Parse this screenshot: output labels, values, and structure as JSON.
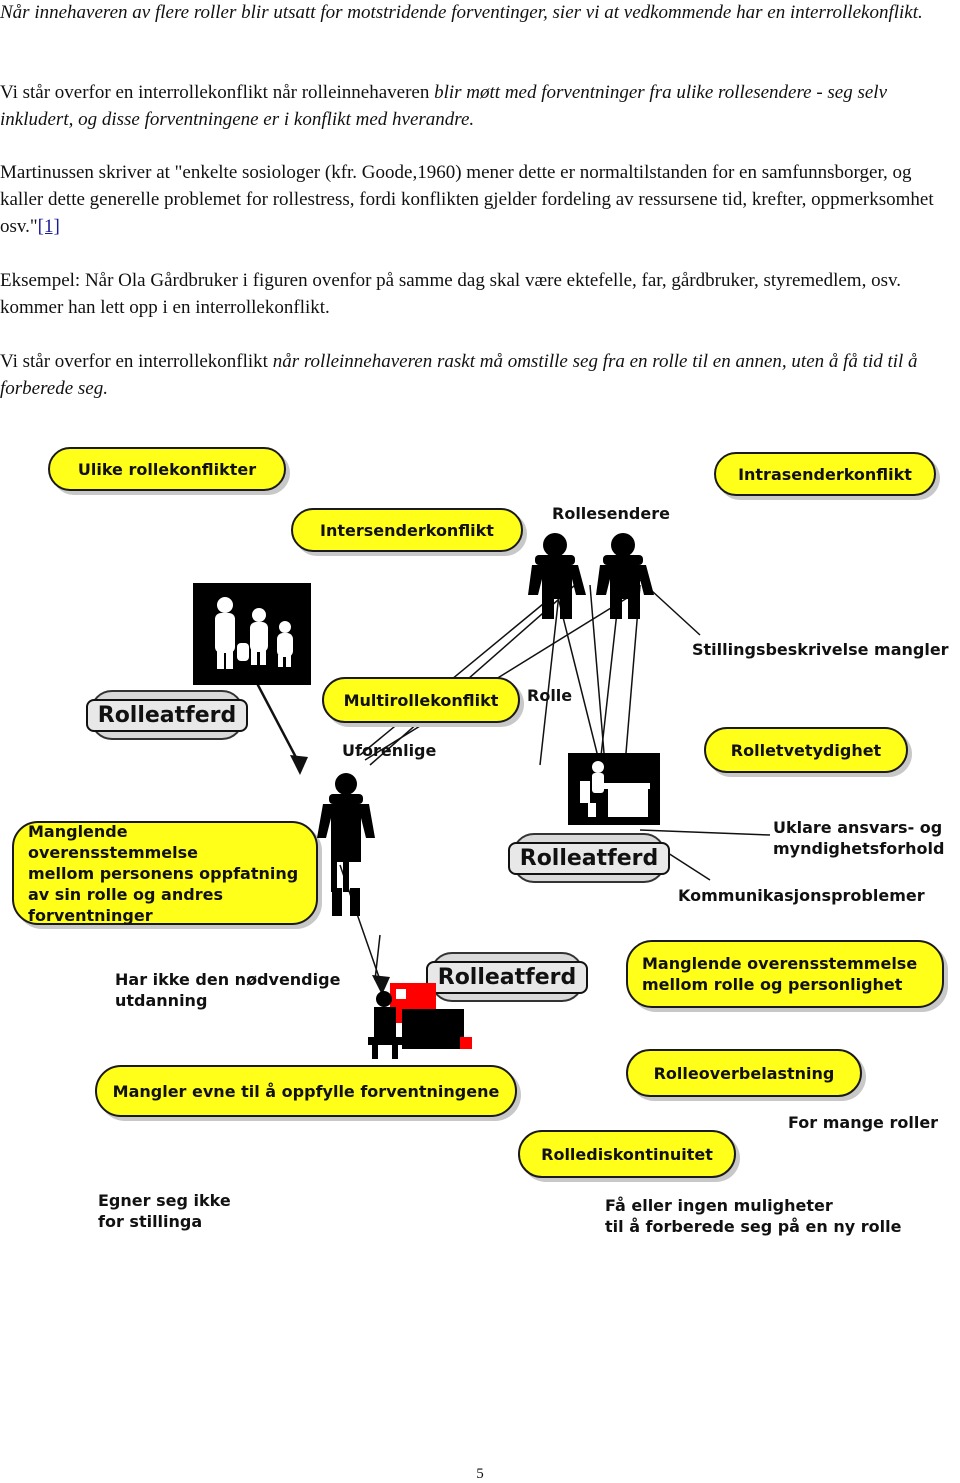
{
  "paragraphs": {
    "p1": "Når innehaveren av flere roller blir utsatt for motstridende forventinger, sier vi at vedkommende har en interrollekonflikt.",
    "p2_start": "Vi står overfor en interrollekonflikt når rolleinnehaveren ",
    "p2_italic": "blir møtt med forventninger fra ulike rollesendere - seg selv inkludert, og disse forventningene er i konflikt med hverandre.",
    "p3_text": "Martinussen skriver at \"enkelte sosiologer (kfr. Goode,1960) mener dette er normaltilstanden for en samfunnsborger, og kaller dette generelle problemet for rollestress, fordi konflikten gjelder fordeling av ressursene tid, krefter, oppmerksomhet osv.\"",
    "p3_link": "[1]",
    "p4": "Eksempel: Når Ola Gårdbruker i figuren ovenfor på samme dag skal være ektefelle, far, gårdbruker, styremedlem, osv. kommer han lett opp i en interrollekonflikt.",
    "p5_start": "Vi står overfor en interrollekonflikt ",
    "p5_italic": "når rolleinnehaveren raskt må omstille seg fra en rolle til en annen, uten å få tid til å forberede seg."
  },
  "diagram": {
    "bubbles": {
      "ulike": "Ulike rollekonflikter",
      "intrasender": "Intrasenderkonflikt",
      "intersender": "Intersenderkonflikt",
      "multirolle": "Multirollekonflikt",
      "rolletvetydighet": "Rolletvetydighet",
      "manglende_personens": [
        "Manglende overensstemmelse",
        "mellom personens oppfatning",
        "av sin rolle og andres",
        "forventninger"
      ],
      "manglende_rolle": [
        "Manglende overensstemmelse",
        "mellom rolle og personlighet"
      ],
      "mangler_evne": "Mangler evne til å oppfylle forventningene",
      "rolleoverbelastning": "Rolleoverbelastning",
      "rollediskontinuitet": "Rollediskontinuitet"
    },
    "pills": {
      "rolleatferd_left": "Rolleatferd",
      "rolleatferd_mid": "Rolleatferd",
      "rolleatferd_bottom": "Rolleatferd"
    },
    "labels": {
      "rollesendere": "Rollesendere",
      "stillingsbeskrivelse": "Stillingsbeskrivelse mangler",
      "rolle": "Rolle",
      "uforenlige": "Uforenlige",
      "uklare": [
        "Uklare ansvars- og",
        "myndighetsforhold"
      ],
      "kommunikasjon": "Kommunikasjonsproblemer",
      "har_ikke": [
        "Har ikke den nødvendige",
        "utdanning"
      ],
      "for_mange": "For mange roller",
      "egner": [
        "Egner seg ikke",
        "for stillinga"
      ],
      "faa_eller": [
        "Få eller ingen muligheter",
        "til å forberede seg på en ny rolle"
      ]
    },
    "colors": {
      "bubble": "#ffff1a",
      "pill": "#d9d9d9",
      "figure": "#000000",
      "alert": "#ff0000"
    }
  },
  "page_number": "5"
}
